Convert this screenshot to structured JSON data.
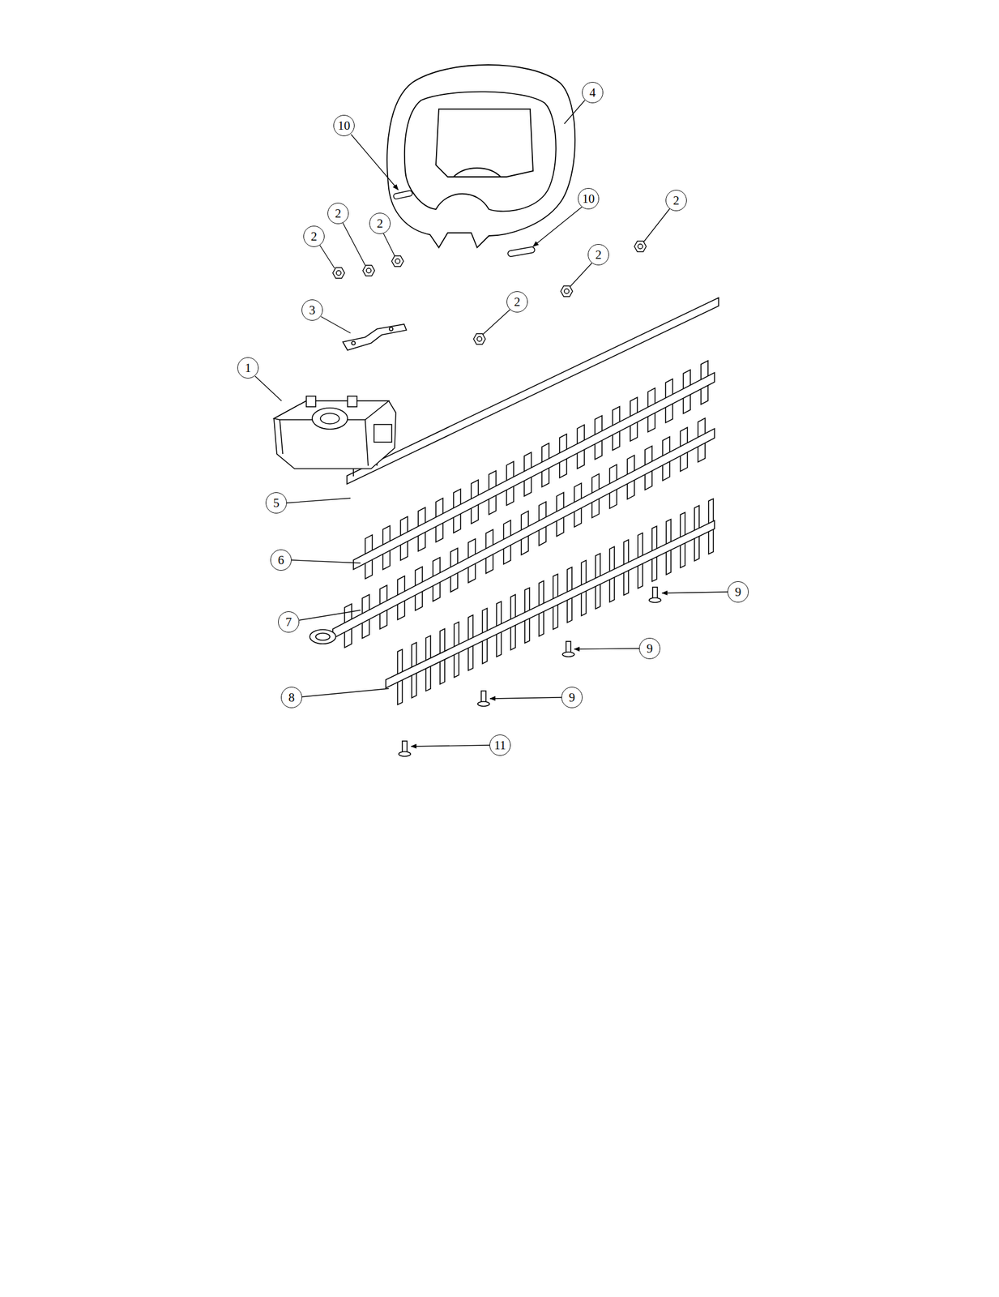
{
  "diagram": {
    "labels": [
      "4",
      "10",
      "10",
      "2",
      "2",
      "2",
      "2",
      "2",
      "2",
      "3",
      "1",
      "5",
      "6",
      "9",
      "7",
      "9",
      "8",
      "9",
      "11"
    ]
  }
}
